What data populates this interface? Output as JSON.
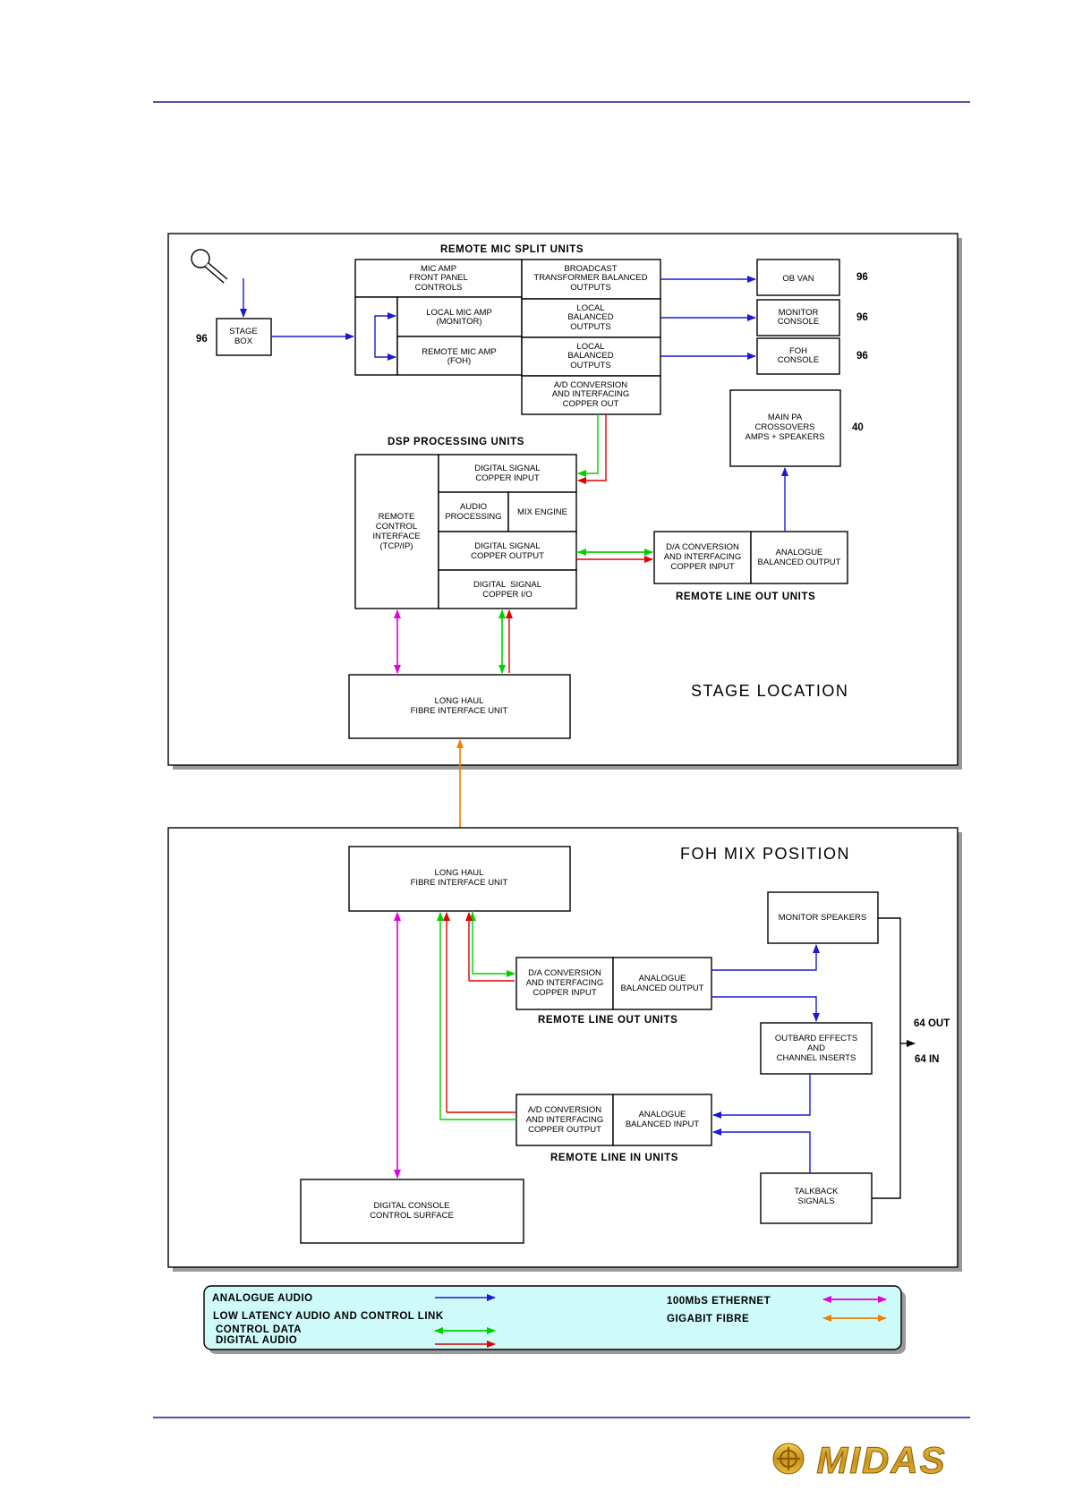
{
  "colors": {
    "analogue_audio": "#1a1ad6",
    "control_data": "#00d000",
    "digital_audio": "#e00000",
    "ethernet": "#e000e0",
    "gigabit_fibre": "#f08000",
    "legend_bg": "#cffafa",
    "logo_gold": "#d8a420"
  },
  "stage": {
    "location_label": "STAGE LOCATION",
    "remote_mic_split_title": "REMOTE MIC SPLIT UNITS",
    "dsp_title": "DSP PROCESSING UNITS",
    "remote_line_out_title": "REMOTE LINE OUT UNITS",
    "stage_box": [
      "STAGE",
      "BOX"
    ],
    "stage_box_count": "96",
    "mic_amp_controls": [
      "MIC AMP",
      "FRONT PANEL",
      "CONTROLS"
    ],
    "local_mic_amp": [
      "LOCAL MIC AMP",
      "(MONITOR)"
    ],
    "remote_mic_amp": [
      "REMOTE MIC AMP",
      "(FOH)"
    ],
    "broadcast_outputs": [
      "BROADCAST",
      "TRANSFORMER BALANCED",
      "OUTPUTS"
    ],
    "local_balanced_1": [
      "LOCAL",
      "BALANCED",
      "OUTPUTS"
    ],
    "local_balanced_2": [
      "LOCAL",
      "BALANCED",
      "OUTPUTS"
    ],
    "ad_conversion": [
      "A/D CONVERSION",
      "AND INTERFACING",
      "COPPER OUT"
    ],
    "ob_van": [
      "OB VAN"
    ],
    "ob_van_count": "96",
    "monitor_console": [
      "MONITOR",
      "CONSOLE"
    ],
    "monitor_console_count": "96",
    "foh_console": [
      "FOH",
      "CONSOLE"
    ],
    "foh_console_count": "96",
    "main_pa": [
      "MAIN PA",
      "CROSSOVERS",
      "AMPS + SPEAKERS"
    ],
    "main_pa_count": "40",
    "remote_control_interface": [
      "REMOTE",
      "CONTROL",
      "INTERFACE",
      "(TCP/IP)"
    ],
    "digital_signal_copper_input": [
      "DIGITAL SIGNAL",
      "COPPER INPUT"
    ],
    "audio_processing": [
      "AUDIO",
      "PROCESSING"
    ],
    "mix_engine": [
      "MIX ENGINE"
    ],
    "digital_signal_copper_output": [
      "DIGITAL SIGNAL",
      "COPPER OUTPUT"
    ],
    "digital_signal_copper_io": [
      "DIGITAL  SIGNAL",
      "COPPER I/O"
    ],
    "da_conversion": [
      "D/A CONVERSION",
      "AND INTERFACING",
      "COPPER INPUT"
    ],
    "analogue_balanced_output": [
      "ANALOGUE",
      "BALANCED OUTPUT"
    ],
    "long_haul": [
      "LONG HAUL",
      "FIBRE INTERFACE UNIT"
    ]
  },
  "foh": {
    "location_label": "FOH MIX POSITION",
    "long_haul": [
      "LONG HAUL",
      "FIBRE INTERFACE UNIT"
    ],
    "monitor_speakers": [
      "MONITOR SPEAKERS"
    ],
    "da_conversion": [
      "D/A CONVERSION",
      "AND INTERFACING",
      "COPPER INPUT"
    ],
    "analogue_balanced_output": [
      "ANALOGUE",
      "BALANCED OUTPUT"
    ],
    "remote_line_out_title": "REMOTE LINE OUT UNITS",
    "outboard_effects": [
      "OUTBARD EFFECTS",
      "AND",
      "CHANNEL INSERTS"
    ],
    "out_label": "64 OUT",
    "in_label": "64 IN",
    "ad_conversion": [
      "A/D CONVERSION",
      "AND INTERFACING",
      "COPPER OUTPUT"
    ],
    "analogue_balanced_input": [
      "ANALOGUE",
      "BALANCED INPUT"
    ],
    "remote_line_in_title": "REMOTE LINE IN UNITS",
    "talkback": [
      "TALKBACK",
      "SIGNALS"
    ],
    "console_control_surface": [
      "DIGITAL CONSOLE",
      "CONTROL SURFACE"
    ]
  },
  "legend": {
    "analogue_audio": "ANALOGUE AUDIO",
    "low_latency": "LOW LATENCY AUDIO AND CONTROL LINK",
    "control_data": "CONTROL DATA",
    "digital_audio": "DIGITAL AUDIO",
    "ethernet": "100MbS ETHERNET",
    "gigabit_fibre": "GIGABIT FIBRE"
  },
  "footer": {
    "logo_text": "MIDAS"
  }
}
